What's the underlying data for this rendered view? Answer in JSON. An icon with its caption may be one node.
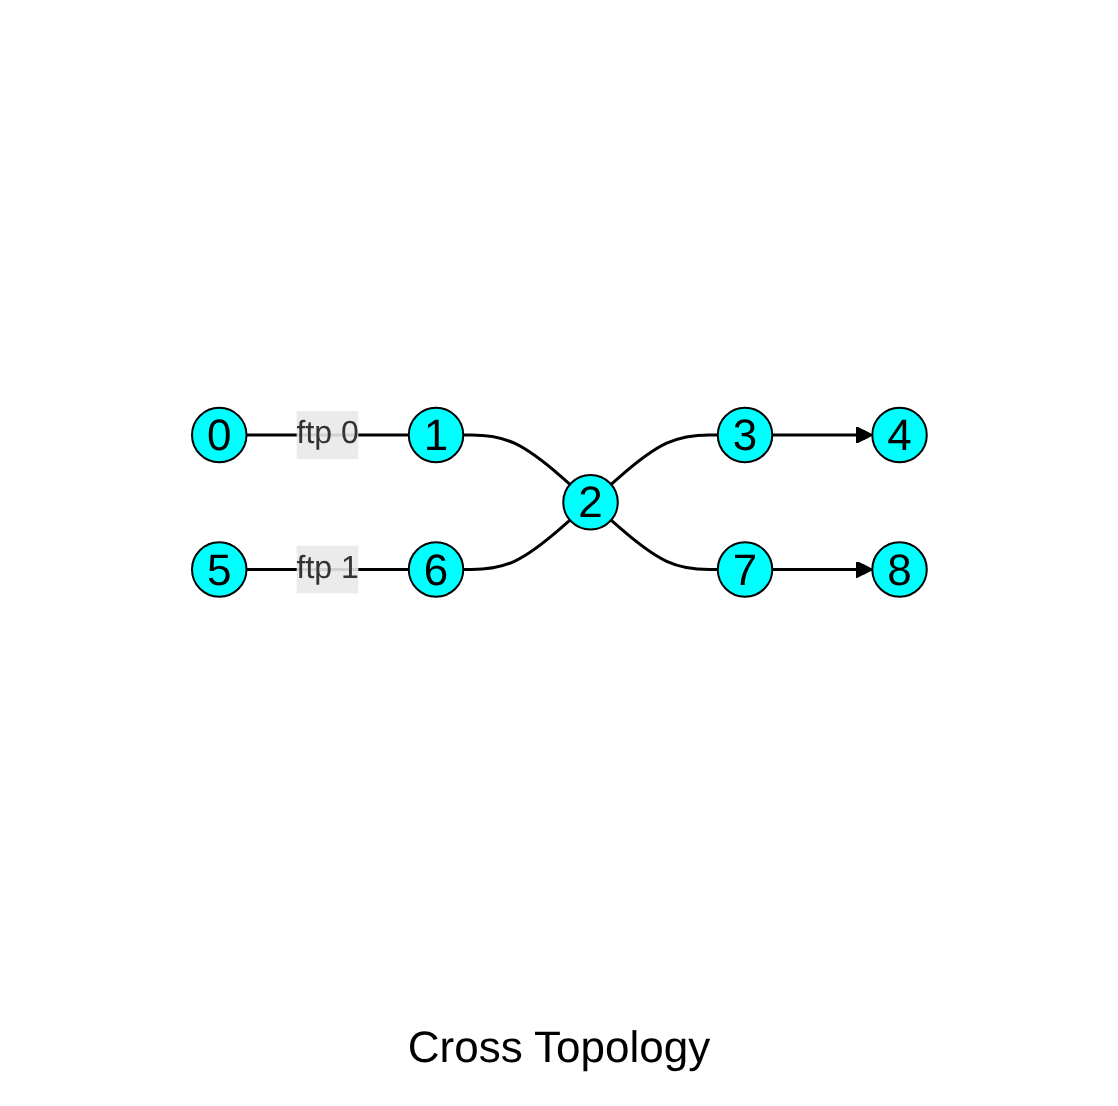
{
  "diagram": {
    "caption": "Cross Topology",
    "nodes": [
      {
        "text": [
          "0"
        ]
      },
      {
        "text": [
          "1"
        ]
      },
      {
        "text": [
          "2"
        ]
      },
      {
        "text": [
          "3"
        ]
      },
      {
        "text": [
          "4"
        ]
      },
      {
        "text": [
          "5"
        ]
      },
      {
        "text": [
          "6"
        ]
      },
      {
        "text": [
          "7"
        ]
      },
      {
        "text": [
          "8"
        ]
      }
    ],
    "edges": [
      {
        "from": 0,
        "to": 1,
        "arrow": "none",
        "label": "ftp 0"
      },
      {
        "from": 1,
        "to": 2,
        "arrow": "none"
      },
      {
        "from": 2,
        "to": 3,
        "arrow": "none"
      },
      {
        "from": 3,
        "to": 4,
        "arrow": "to"
      },
      {
        "from": 5,
        "to": 6,
        "arrow": "none",
        "label": "ftp 1"
      },
      {
        "from": 6,
        "to": 2,
        "arrow": "none"
      },
      {
        "from": 2,
        "to": 7,
        "arrow": "none"
      },
      {
        "from": 7,
        "to": 8,
        "arrow": "to"
      }
    ]
  }
}
